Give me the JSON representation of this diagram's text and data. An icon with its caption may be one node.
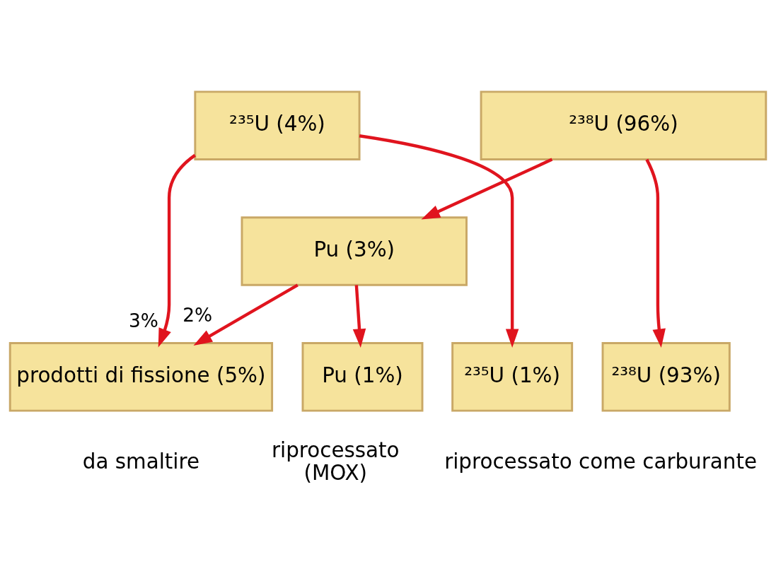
{
  "diagram": {
    "nodes": [
      {
        "text": [
          "²³⁵U (4%)"
        ]
      },
      {
        "text": [
          "²³⁸U (96%)"
        ]
      },
      {
        "text": [
          "Pu (3%)"
        ]
      },
      {
        "text": [
          "prodotti di fissione (5%)"
        ],
        "beside": [
          "da smaltire"
        ]
      },
      {
        "text": [
          "Pu (1%)"
        ],
        "beside": [
          "riprocessato (MOX)"
        ]
      },
      {
        "text": [
          "²³⁵U (1%)"
        ]
      },
      {
        "text": [
          "²³⁸U (93%)"
        ]
      }
    ],
    "edges": [
      {
        "from": 0,
        "to": 3,
        "arrow": "to",
        "label": "3%"
      },
      {
        "from": 0,
        "to": 5,
        "arrow": "to"
      },
      {
        "from": 1,
        "to": 2,
        "arrow": "to"
      },
      {
        "from": 1,
        "to": 6,
        "arrow": "to"
      },
      {
        "from": 2,
        "to": 3,
        "arrow": "to",
        "label": "2%"
      },
      {
        "from": 2,
        "to": 4,
        "arrow": "to"
      }
    ],
    "labels": [
      "riprocessato come carburante"
    ]
  }
}
